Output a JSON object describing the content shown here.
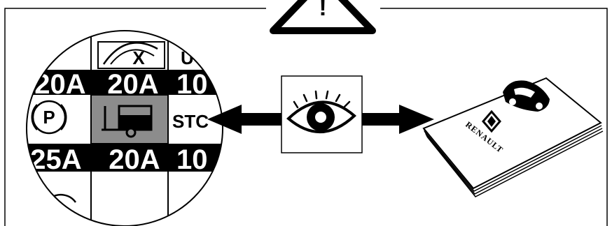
{
  "fuse_box": {
    "row1": [
      "20A",
      "20A",
      "10"
    ],
    "row2_right_label": "STC",
    "row2_left_symbol": "P",
    "row3": [
      "25A",
      "20A",
      "10"
    ],
    "top_icon_letter": "X",
    "top_right_letter": "U"
  },
  "manual": {
    "brand_text": "RENAULT"
  },
  "warning": {
    "symbol": "!"
  },
  "colors": {
    "highlight_fuse": "#8c8c8c",
    "band": "#000000",
    "stroke": "#000000"
  }
}
